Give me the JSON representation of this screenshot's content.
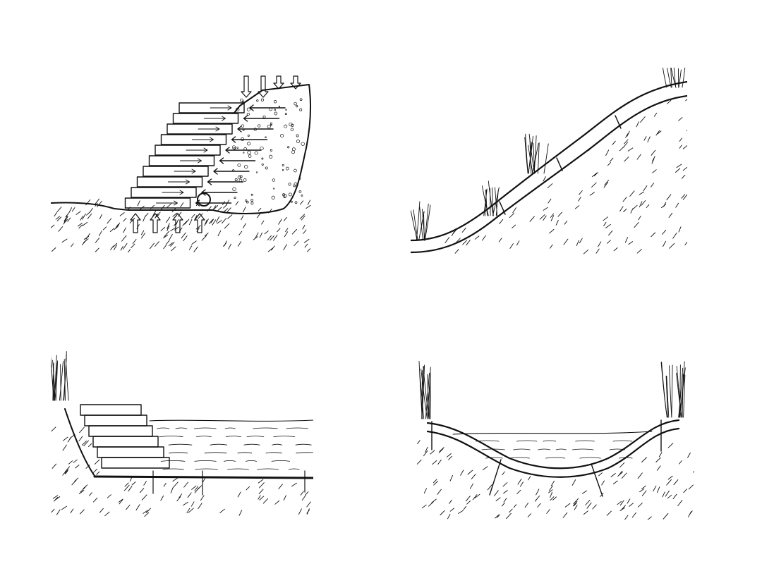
{
  "figure": {
    "background": "#ffffff",
    "ink_color": "#111111",
    "panels": [
      {
        "id": "stepped-block-wall-drainage",
        "text": ""
      },
      {
        "id": "slope-pipe-on-hillside",
        "text": ""
      },
      {
        "id": "stepped-bank-with-water",
        "text": ""
      },
      {
        "id": "curved-channel-with-water",
        "text": ""
      }
    ]
  }
}
